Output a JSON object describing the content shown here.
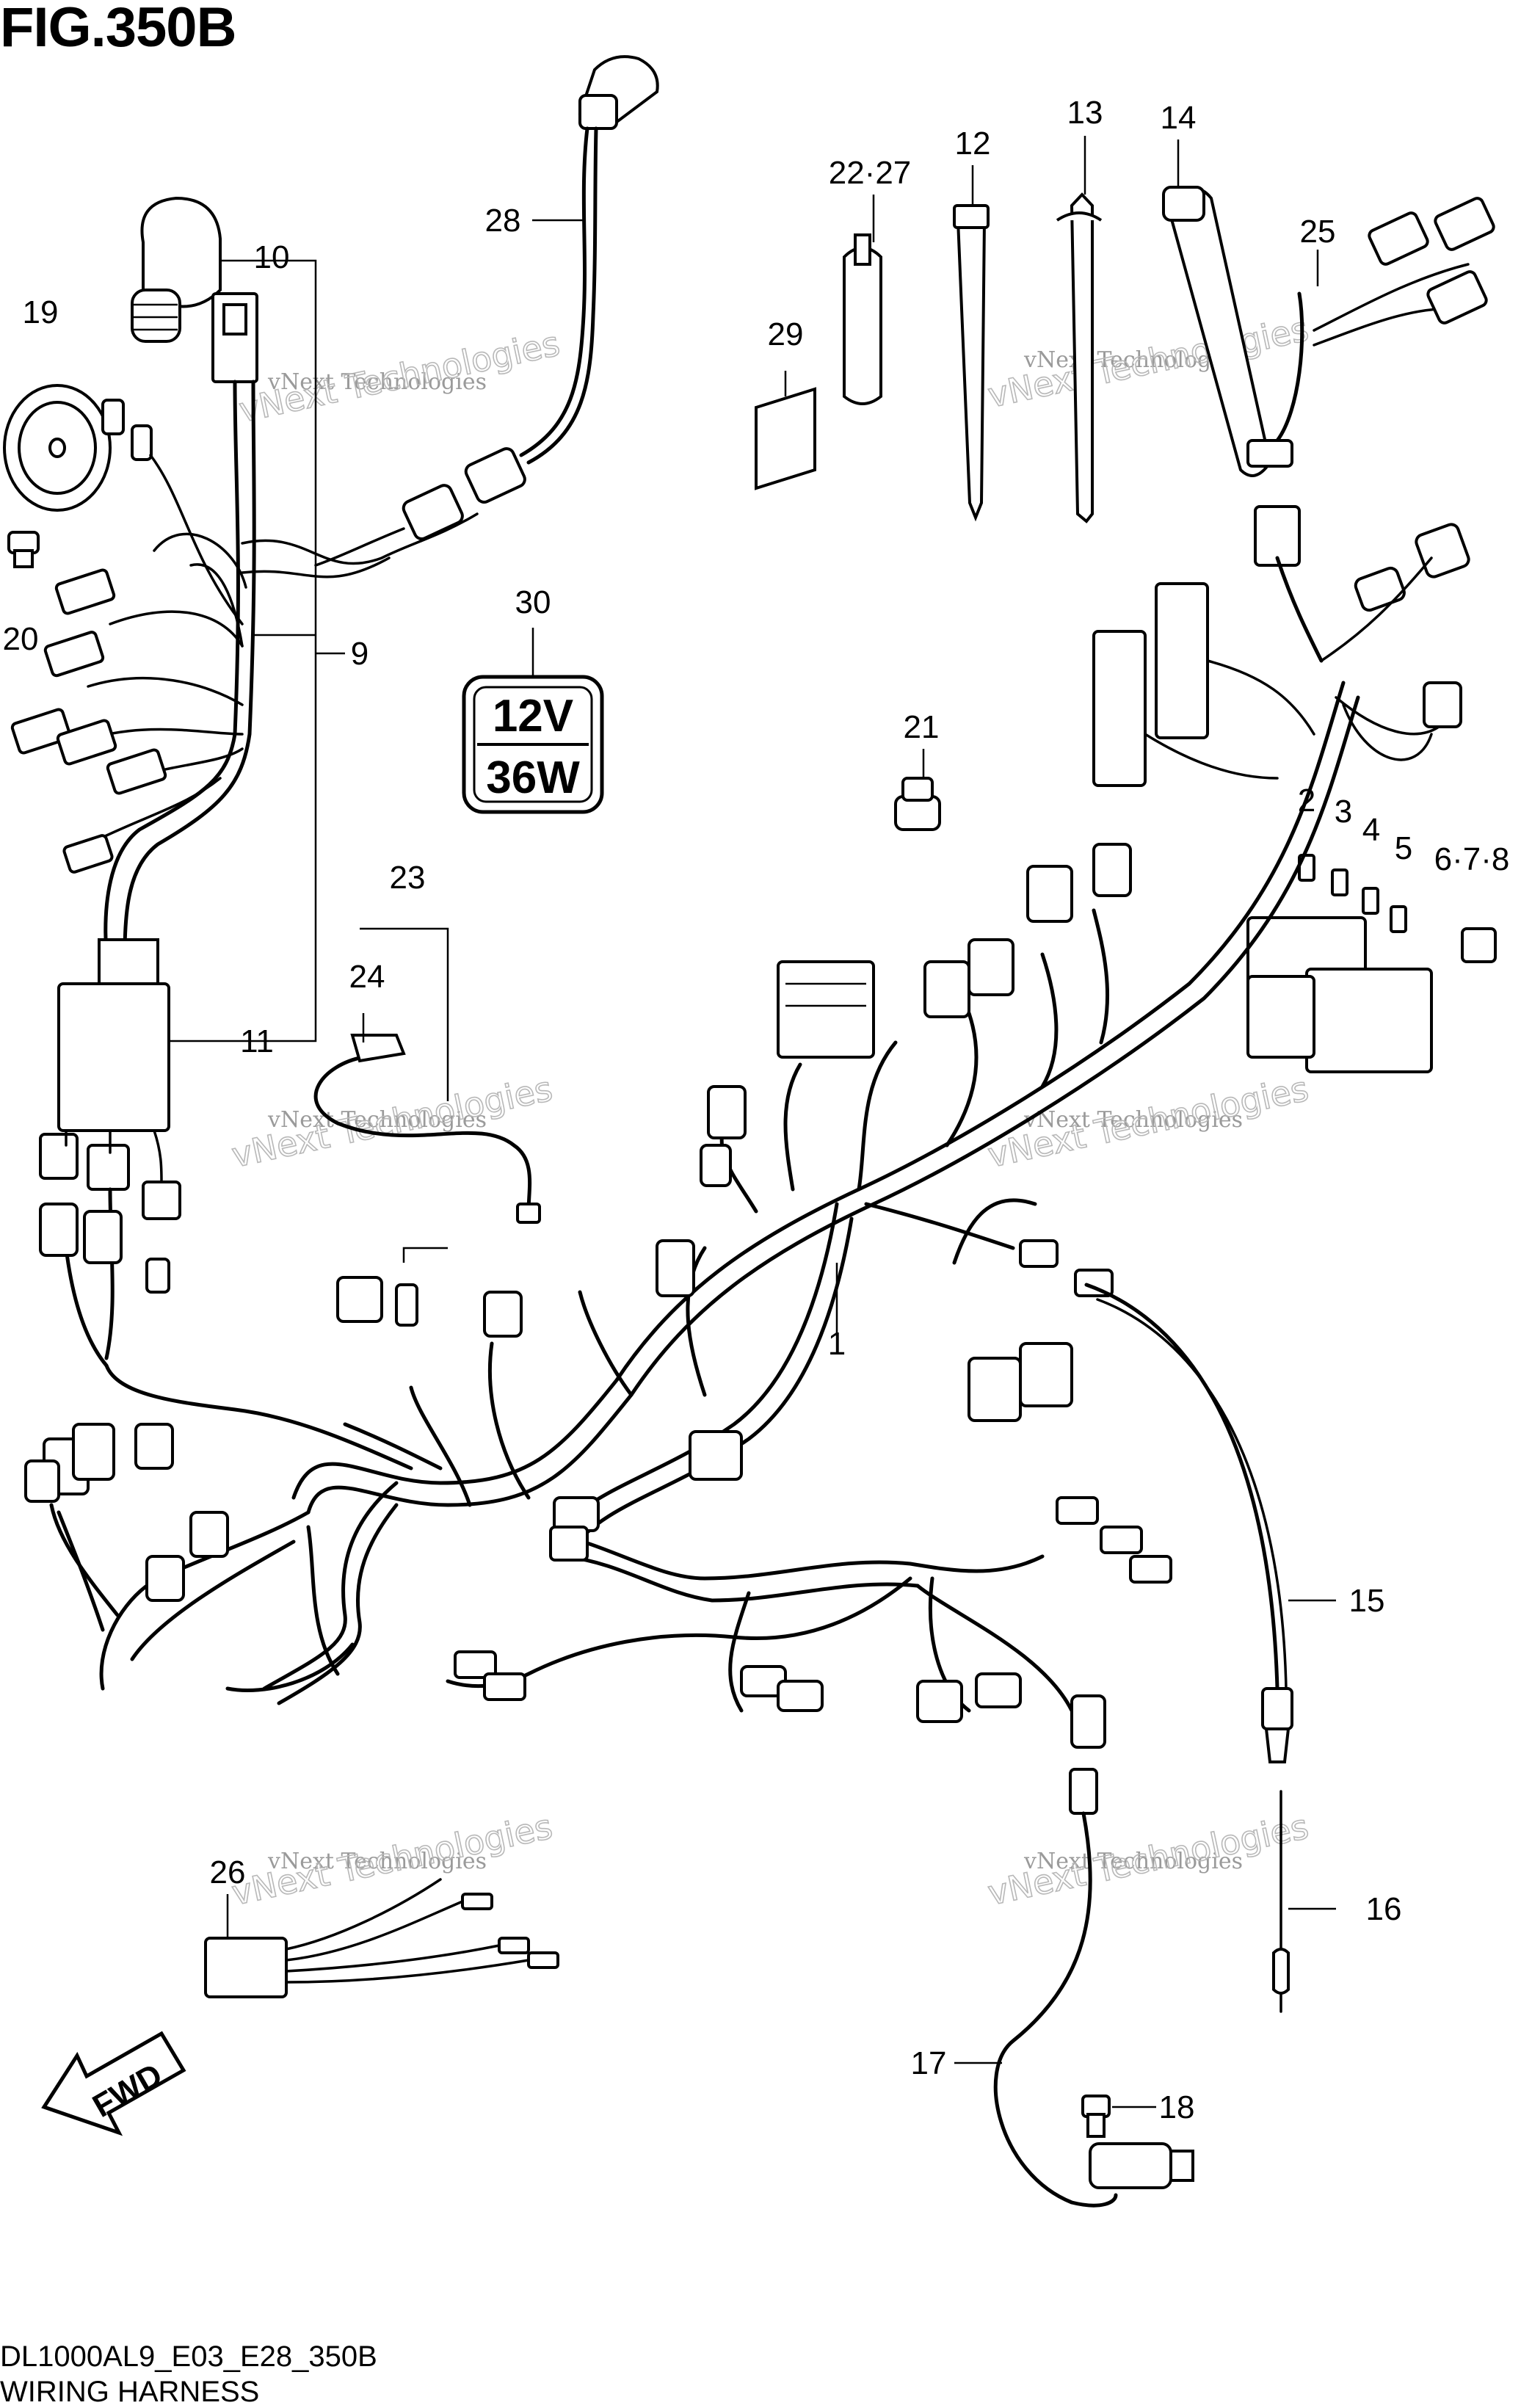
{
  "figure": {
    "title": "FIG.350B",
    "model_code": "DL1000AL9_E03_E28_350B",
    "name": "WIRING HARNESS"
  },
  "callouts": [
    "1",
    "2",
    "3",
    "4",
    "5",
    "6·7·8",
    "9",
    "10",
    "11",
    "12",
    "13",
    "14",
    "15",
    "16",
    "17",
    "18",
    "19",
    "20",
    "21",
    "22·27",
    "23",
    "24",
    "25",
    "26",
    "28",
    "29",
    "30"
  ],
  "bulb_rating": {
    "voltage": "12V",
    "wattage": "36W"
  },
  "direction_arrow": "FWD",
  "watermark": {
    "line1": "vNext Technologies",
    "line2": "vNext Technologies"
  }
}
